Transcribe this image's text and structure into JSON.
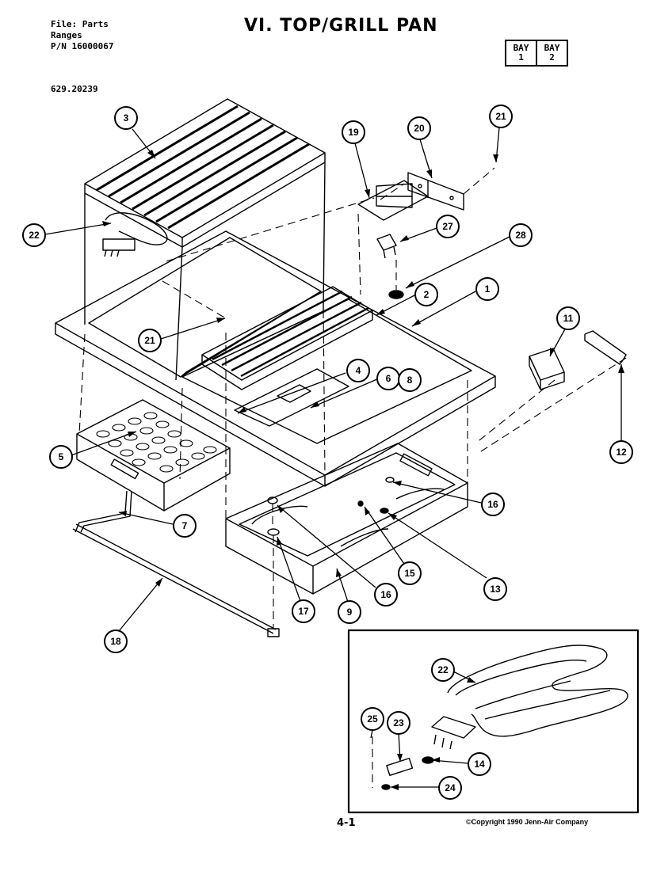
{
  "header": {
    "file_line": "File: Parts",
    "ranges_line": "Ranges",
    "pn_line": "P/N 16000067",
    "model_number": "629.20239",
    "title": "VI. TOP/GRILL PAN",
    "bay": [
      {
        "label": "BAY",
        "number": "1"
      },
      {
        "label": "BAY",
        "number": "2"
      }
    ]
  },
  "callouts": [
    {
      "id": "c3",
      "label": "3"
    },
    {
      "id": "c19",
      "label": "19"
    },
    {
      "id": "c20",
      "label": "20"
    },
    {
      "id": "c21a",
      "label": "21"
    },
    {
      "id": "c22",
      "label": "22"
    },
    {
      "id": "c27",
      "label": "27"
    },
    {
      "id": "c28",
      "label": "28"
    },
    {
      "id": "c2",
      "label": "2"
    },
    {
      "id": "c1",
      "label": "1"
    },
    {
      "id": "c21b",
      "label": "21"
    },
    {
      "id": "c11",
      "label": "11"
    },
    {
      "id": "c4",
      "label": "4"
    },
    {
      "id": "c6",
      "label": "6"
    },
    {
      "id": "c8",
      "label": "8"
    },
    {
      "id": "c5",
      "label": "5"
    },
    {
      "id": "c12",
      "label": "12"
    },
    {
      "id": "c7",
      "label": "7"
    },
    {
      "id": "c16a",
      "label": "16"
    },
    {
      "id": "c15",
      "label": "15"
    },
    {
      "id": "c13",
      "label": "13"
    },
    {
      "id": "c16b",
      "label": "16"
    },
    {
      "id": "c17",
      "label": "17"
    },
    {
      "id": "c9",
      "label": "9"
    },
    {
      "id": "c18",
      "label": "18"
    },
    {
      "id": "c22b",
      "label": "22"
    },
    {
      "id": "c25",
      "label": "25"
    },
    {
      "id": "c23",
      "label": "23"
    },
    {
      "id": "c14",
      "label": "14"
    },
    {
      "id": "c24",
      "label": "24"
    }
  ],
  "footer": {
    "page": "4-1",
    "copyright": "©Copyright 1990 Jenn-Air Company"
  },
  "colors": {
    "ink": "#000000",
    "paper": "#ffffff"
  }
}
